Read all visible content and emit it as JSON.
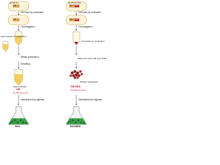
{
  "left": {
    "plasmid": "pET28-Nit",
    "gene": "Nit",
    "step1": "Cell lysis by sonication",
    "supernatant": "Supernatants for purification",
    "centrifugation": "Centrifugation",
    "affinity": "Affinity purification",
    "desalting": "Desalting",
    "product_label": "Native nitrilase",
    "product_name": "Nit",
    "product_recovery": "25-40% Recovery",
    "immobilized": "Immobilized by alginate",
    "result": "Nit-I"
  },
  "right": {
    "plasmid": "pET28-Nit-SEA",
    "gene": "Nit",
    "tag": "SEA",
    "step1": "Cell lysis by sonication",
    "centrifugation": "Centrifugation",
    "pellets": "Cell pellets for purification",
    "wash": "Wash two times with lysis buffer",
    "product_label": "Nitrilase aggregates",
    "product_name": "Nit-SEA",
    "product_recovery": "90-96% Recovery",
    "immobilized": "Immobilized by alginate",
    "result": "Nit-I/SEA"
  },
  "colors": {
    "flask_liquid": "#3fa34d",
    "beads": "#1f6b2d",
    "tube_liquid": "#f2c94c",
    "gene_box": "#f0a040",
    "tag_box": "#d0021b",
    "aggregates": "#8b1a1a",
    "recovery_text": "#d0021b"
  }
}
